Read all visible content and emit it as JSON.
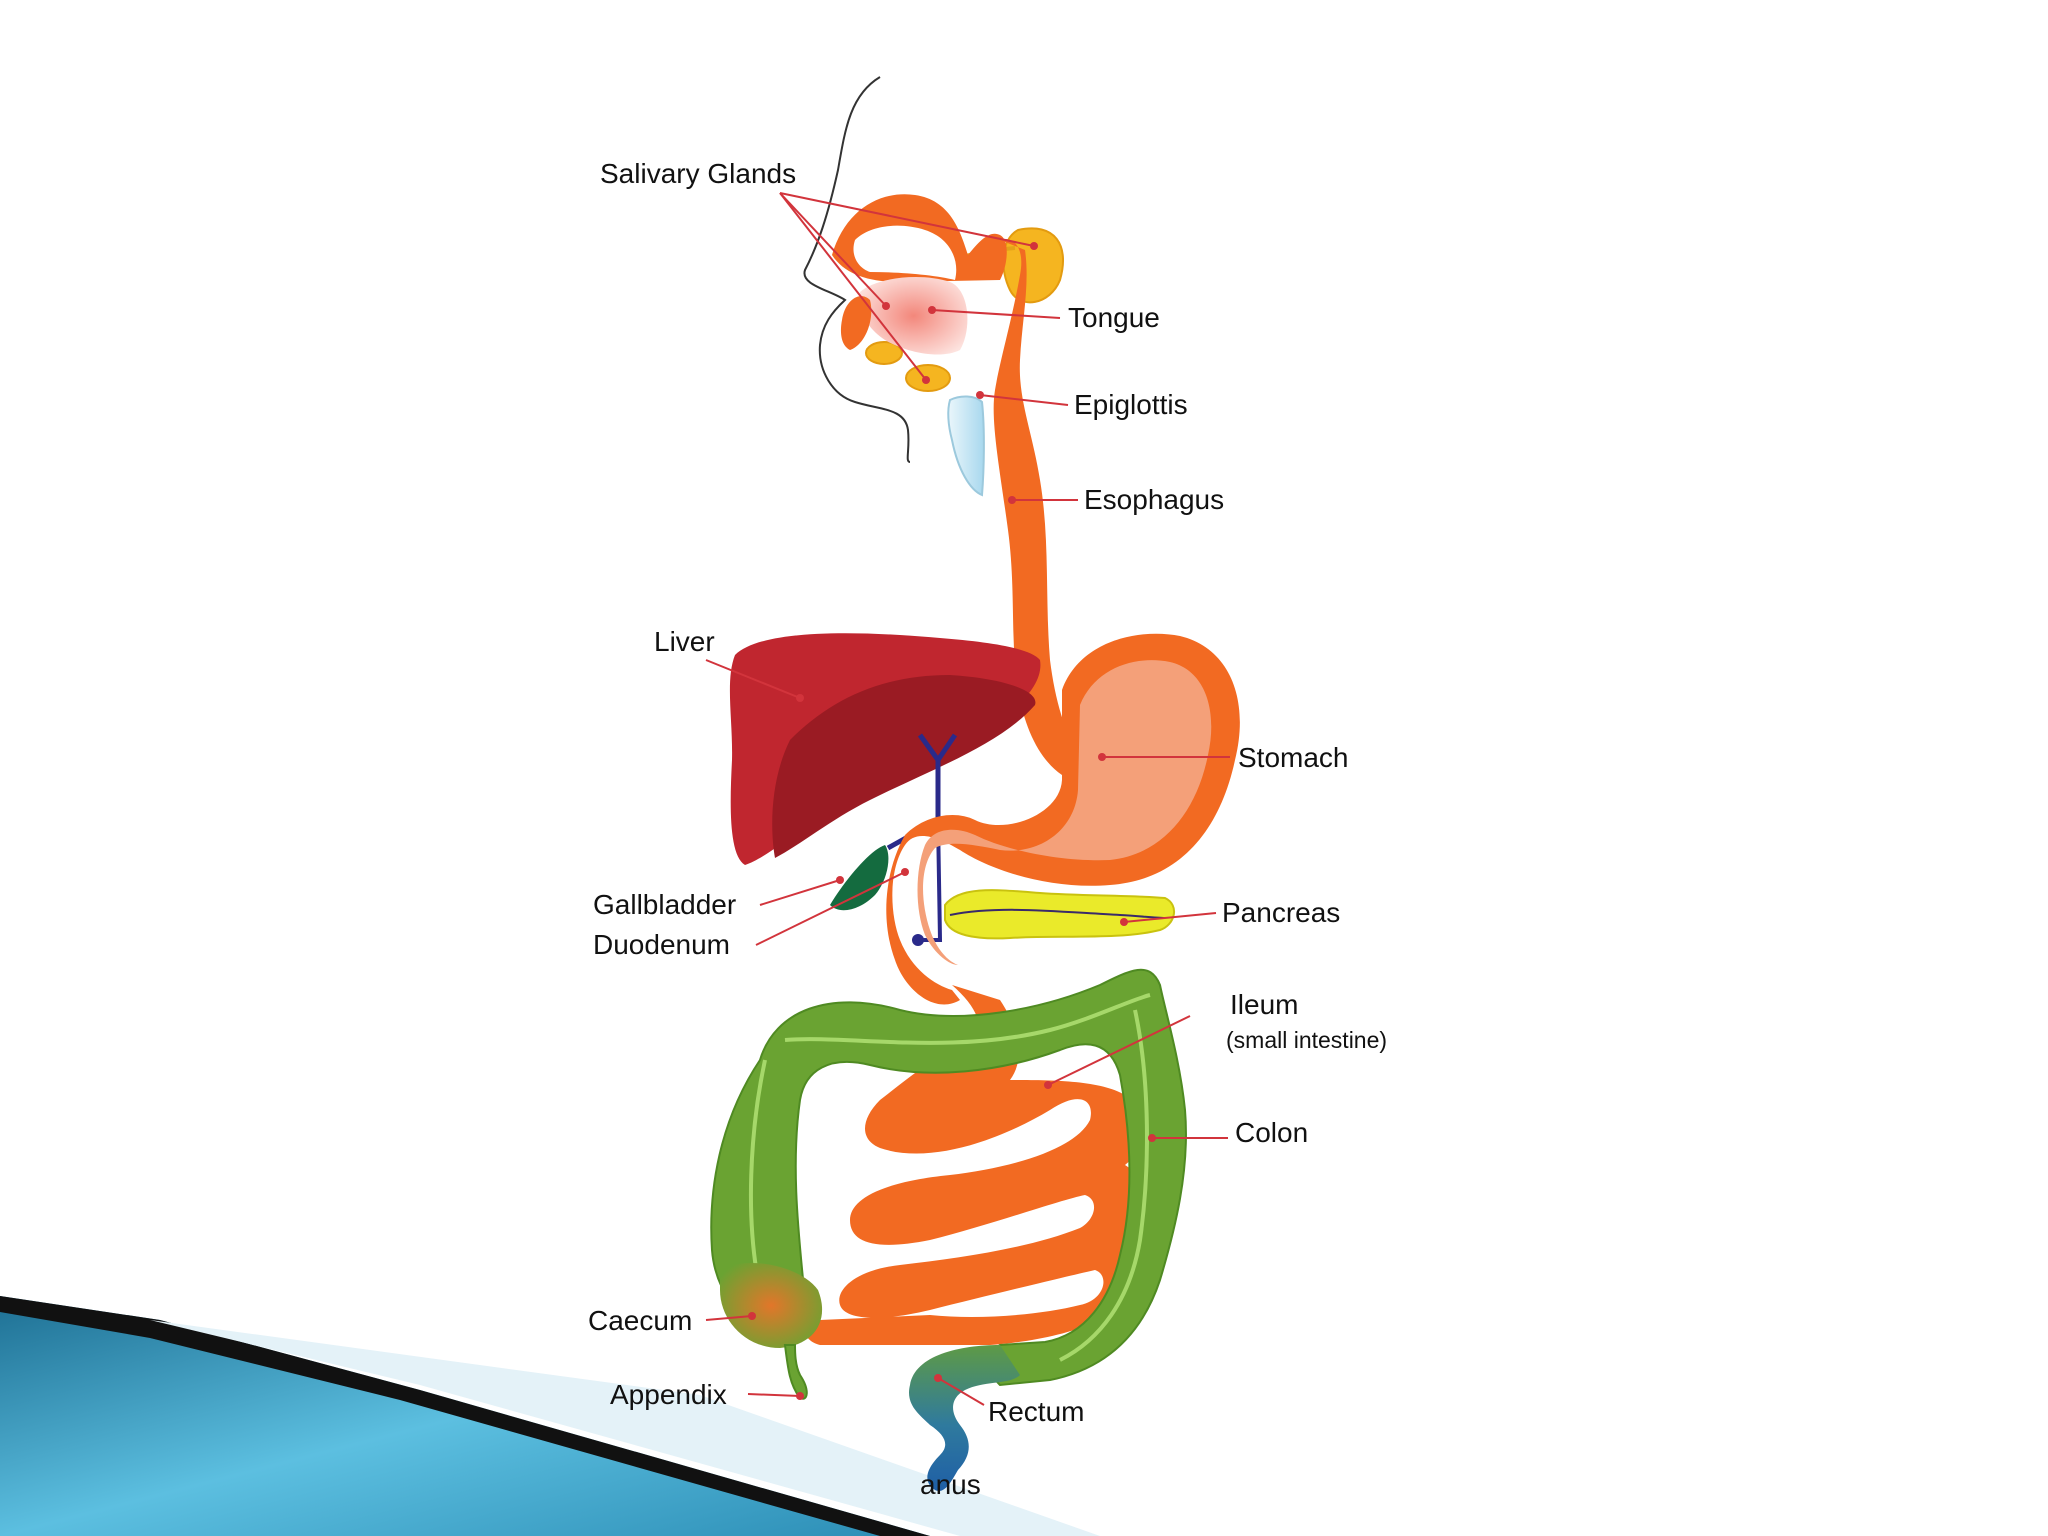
{
  "diagram": {
    "labels": {
      "salivary_glands": "Salivary Glands",
      "tongue": "Tongue",
      "epiglottis": "Epiglottis",
      "esophagus": "Esophagus",
      "liver": "Liver",
      "stomach": "Stomach",
      "gallbladder": "Gallbladder",
      "duodenum": "Duodenum",
      "pancreas": "Pancreas",
      "ileum": "Ileum",
      "ileum_note": "(small intestine)",
      "colon": "Colon",
      "caecum": "Caecum",
      "appendix": "Appendix",
      "rectum": "Rectum",
      "anus": "anus"
    },
    "colors": {
      "tract": "#f26a22",
      "stomach_inner": "#f4a079",
      "liver": "#c0262f",
      "liver_shade": "#9a1b23",
      "salivary": "#f5b520",
      "colon": "#6aa332",
      "pancreas": "#eaea2a",
      "gallbladder": "#146b3f",
      "bile_duct": "#2a2a8a",
      "rectum": "#2a6fa8",
      "leader_line": "#d2343c",
      "corner_accent": "#3a9fc8"
    }
  }
}
